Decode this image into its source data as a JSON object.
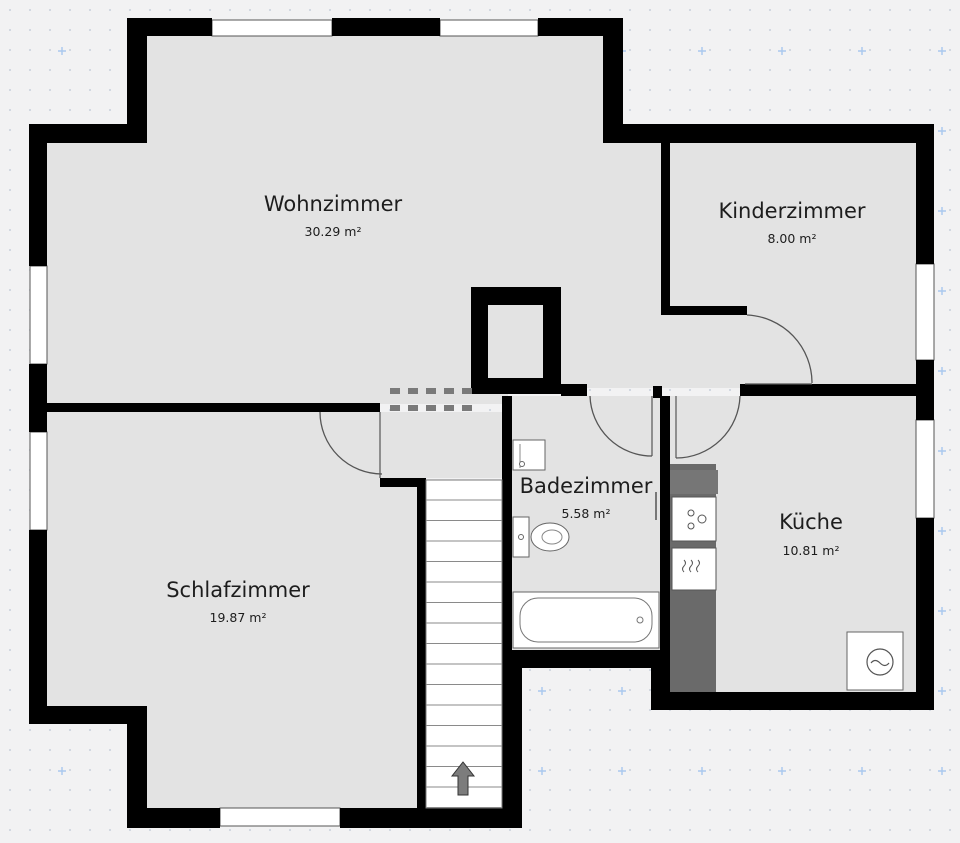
{
  "rooms": {
    "wohnzimmer": {
      "name": "Wohnzimmer",
      "area": "30.29 m²"
    },
    "kinderzimmer": {
      "name": "Kinderzimmer",
      "area": "8.00 m²"
    },
    "badezimmer": {
      "name": "Badezimmer",
      "area": "5.58 m²"
    },
    "kueche": {
      "name": "Küche",
      "area": "10.81 m²"
    },
    "schlafzimmer": {
      "name": "Schlafzimmer",
      "area": "19.87 m²"
    }
  },
  "colors": {
    "background": "#f2f2f3",
    "grid_dot": "#c8d0dc",
    "grid_plus": "#a9c8ee",
    "wall": "#000000",
    "floor": "#e3e3e3",
    "kitchen_counter": "#6a6a6a",
    "fixture": "#ffffff"
  },
  "icons": {
    "stairs_direction": "up-arrow-icon",
    "washing_machine": "washing-machine-icon",
    "toilet": "toilet-icon",
    "bathtub": "bathtub-icon",
    "sink": "sink-icon",
    "stove": "stove-icon",
    "dishwasher": "dishwasher-icon"
  }
}
